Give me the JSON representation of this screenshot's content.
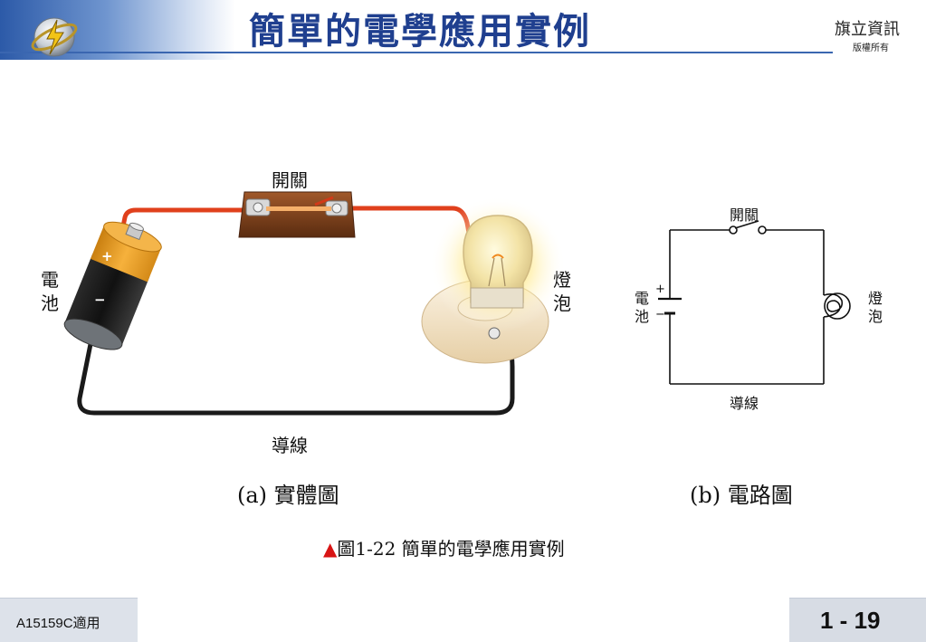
{
  "header": {
    "title": "簡單的電學應用實例",
    "publisher": "旗立資訊",
    "rights": "版權所有"
  },
  "figure_a": {
    "switch_label": "開關",
    "battery_label": "電池",
    "bulb_label": "燈泡",
    "wire_label": "導線",
    "battery_plus": "+",
    "battery_minus": "−",
    "sublabel": "(a) 實體圖"
  },
  "figure_b": {
    "switch_label": "開關",
    "battery_label": "電池",
    "battery_plus": "+",
    "battery_minus": "−",
    "bulb_label": "燈泡",
    "wire_label": "導線",
    "sublabel": "(b) 電路圖"
  },
  "caption": {
    "marker": "▲",
    "text": "圖1-22  簡單的電學應用實例"
  },
  "footer": {
    "course_code": "A15159C適用",
    "page_number": "1 - 19"
  },
  "colors": {
    "title_blue": "#1f3f8f",
    "caption_marker": "#d81414",
    "wire_red": "#e0401c",
    "wire_black": "#1a1a1a"
  }
}
